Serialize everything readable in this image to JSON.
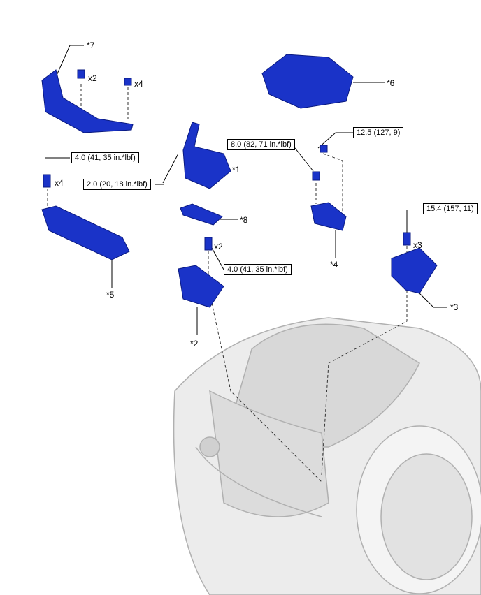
{
  "parts": {
    "p1": "*1",
    "p2": "*2",
    "p3": "*3",
    "p4": "*4",
    "p5": "*5",
    "p6": "*6",
    "p7": "*7",
    "p8": "*8"
  },
  "quantities": {
    "q7_clip": "x2",
    "q7_bolt": "x4",
    "q5": "x4",
    "q2": "x2",
    "q3": "x3"
  },
  "torques": {
    "t5": "4.0 (41, 35 in.*lbf)",
    "t1": "2.0 (20, 18 in.*lbf)",
    "t4a": "8.0 (82, 71 in.*lbf)",
    "t4b": "12.5 (127, 9)",
    "t2": "4.0 (41, 35 in.*lbf)",
    "t3": "15.4 (157, 11)"
  },
  "colors": {
    "part": "#1a33c8",
    "part_dark": "#0a1a80",
    "vehicle": "#c8c8c8"
  }
}
